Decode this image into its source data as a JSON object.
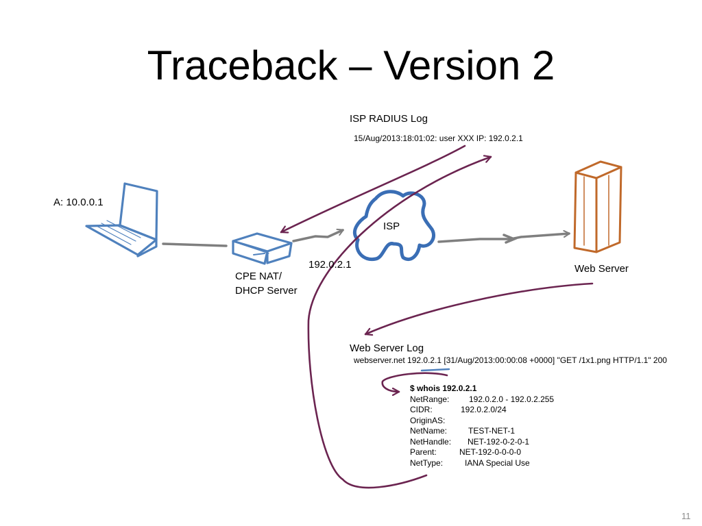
{
  "slide": {
    "title": "Traceback – Version 2",
    "number": "11"
  },
  "labels": {
    "host_ip": "A: 10.0.0.1",
    "cpe": [
      "CPE NAT/",
      "DHCP Server"
    ],
    "public_ip": "192.0.2.1",
    "isp": "ISP",
    "web_server": "Web Server"
  },
  "radius_log": {
    "heading": "ISP RADIUS Log",
    "entry": "15/Aug/2013:18:01:02: user XXX IP: 192.0.2.1"
  },
  "web_log": {
    "heading": "Web Server Log",
    "entry": "webserver.net 192.0.2.1 [31/Aug/2013:00:00:08 +0000] \"GET /1x1.png HTTP/1.1\" 200"
  },
  "whois": {
    "command": "$ whois 192.0.2.1",
    "rows": [
      {
        "key": "NetRange:",
        "value": "192.0.2.0 - 192.0.2.255"
      },
      {
        "key": "CIDR:",
        "value": "192.0.2.0/24"
      },
      {
        "key": "OriginAS:",
        "value": ""
      },
      {
        "key": "NetName:",
        "value": "TEST-NET-1"
      },
      {
        "key": "NetHandle:",
        "value": "NET-192-0-2-0-1"
      },
      {
        "key": "Parent:",
        "value": "NET-192-0-0-0-0"
      },
      {
        "key": "NetType:",
        "value": "IANA Special Use"
      }
    ]
  },
  "colors": {
    "laptop": "#4f81bd",
    "router": "#4f81bd",
    "cloud": "#3a6eb5",
    "server": "#c0692a",
    "links": "#7f7f7f",
    "arrows": "#6b2450"
  }
}
